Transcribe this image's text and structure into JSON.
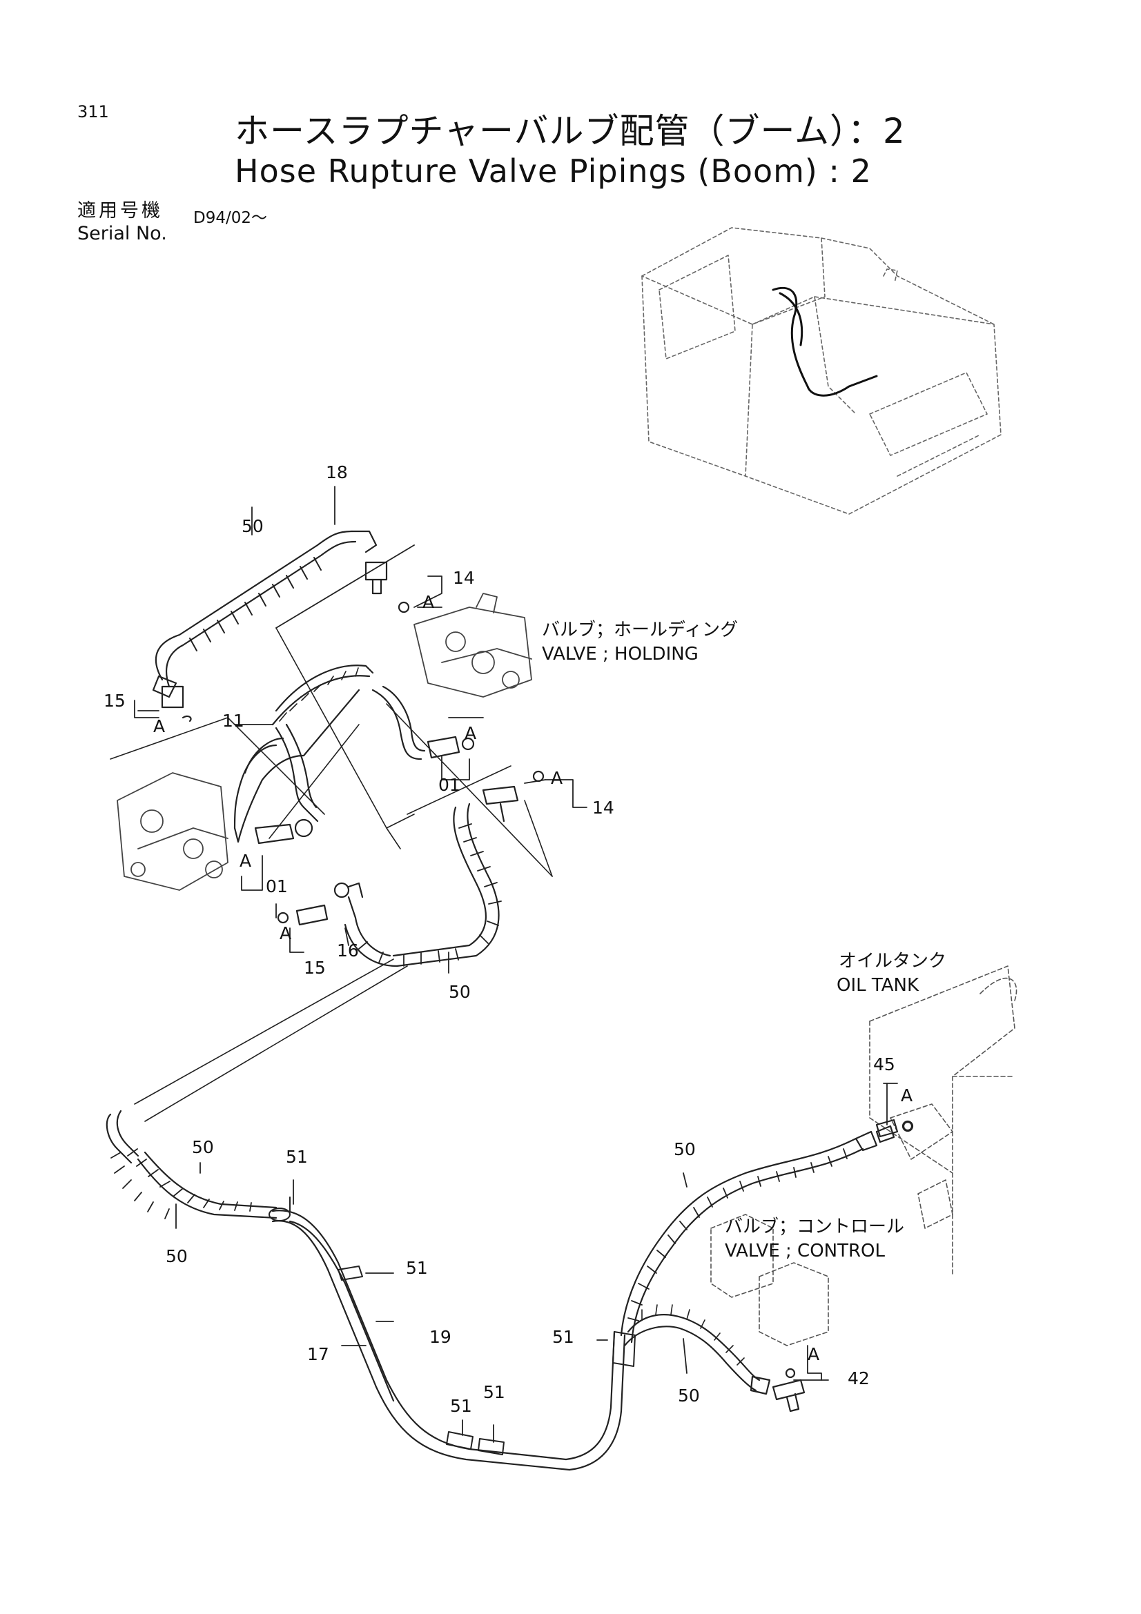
{
  "header": {
    "page_number": "311",
    "title_jp": "ホースラプチャーバルブ配管（ブーム）：2",
    "title_en": "Hose Rupture Valve Pipings (Boom) : 2",
    "serial_label_jp": "適用号機",
    "serial_label_en": "Serial No.",
    "serial_value": "D94/02～"
  },
  "labels": {
    "holding_jp": "バルブ；ホールディング",
    "holding_en": "VALVE ; HOLDING",
    "oiltank_jp": "オイルタンク",
    "oiltank_en": "OIL TANK",
    "control_jp": "バルブ；コントロール",
    "control_en": "VALVE ; CONTROL"
  },
  "parts": {
    "p18": "18",
    "p50_top": "50",
    "p14_top": "14",
    "a_top": "A",
    "p15_left": "15",
    "a_left": "A",
    "p11": "11",
    "a_mid": "A",
    "p01_mid": "01",
    "a_right": "A",
    "p14_right": "14",
    "a_low": "A",
    "p01_low": "01",
    "a_bottom": "A",
    "p15_bottom": "15",
    "p16": "16",
    "p50_mid": "50",
    "p50_left1": "50",
    "p50_left2": "50",
    "p51_a": "51",
    "p51_b": "51",
    "p19": "19",
    "p17": "17",
    "p51_c": "51",
    "p51_d": "51",
    "p51_e": "51",
    "p50_right": "50",
    "p50_ctrl": "50",
    "p45": "45",
    "a_tank": "A",
    "a_ctrl": "A",
    "p42": "42"
  }
}
